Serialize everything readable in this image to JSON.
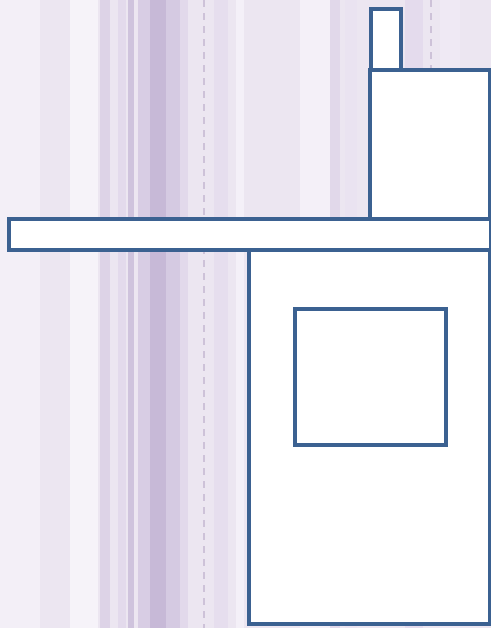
{
  "colors": {
    "background": "#ece6f1",
    "stripe_light": "#f5f1f8",
    "stripe_mid": "#d9cfe4",
    "stripe_dark": "#c6b8d6",
    "dash": "#b7a9c7",
    "shape_fill": "#ffffff",
    "shape_stroke": "#3b6191"
  },
  "shapes": [
    "tower-antenna",
    "tower-upper-block",
    "roof-beam",
    "main-building",
    "window"
  ]
}
